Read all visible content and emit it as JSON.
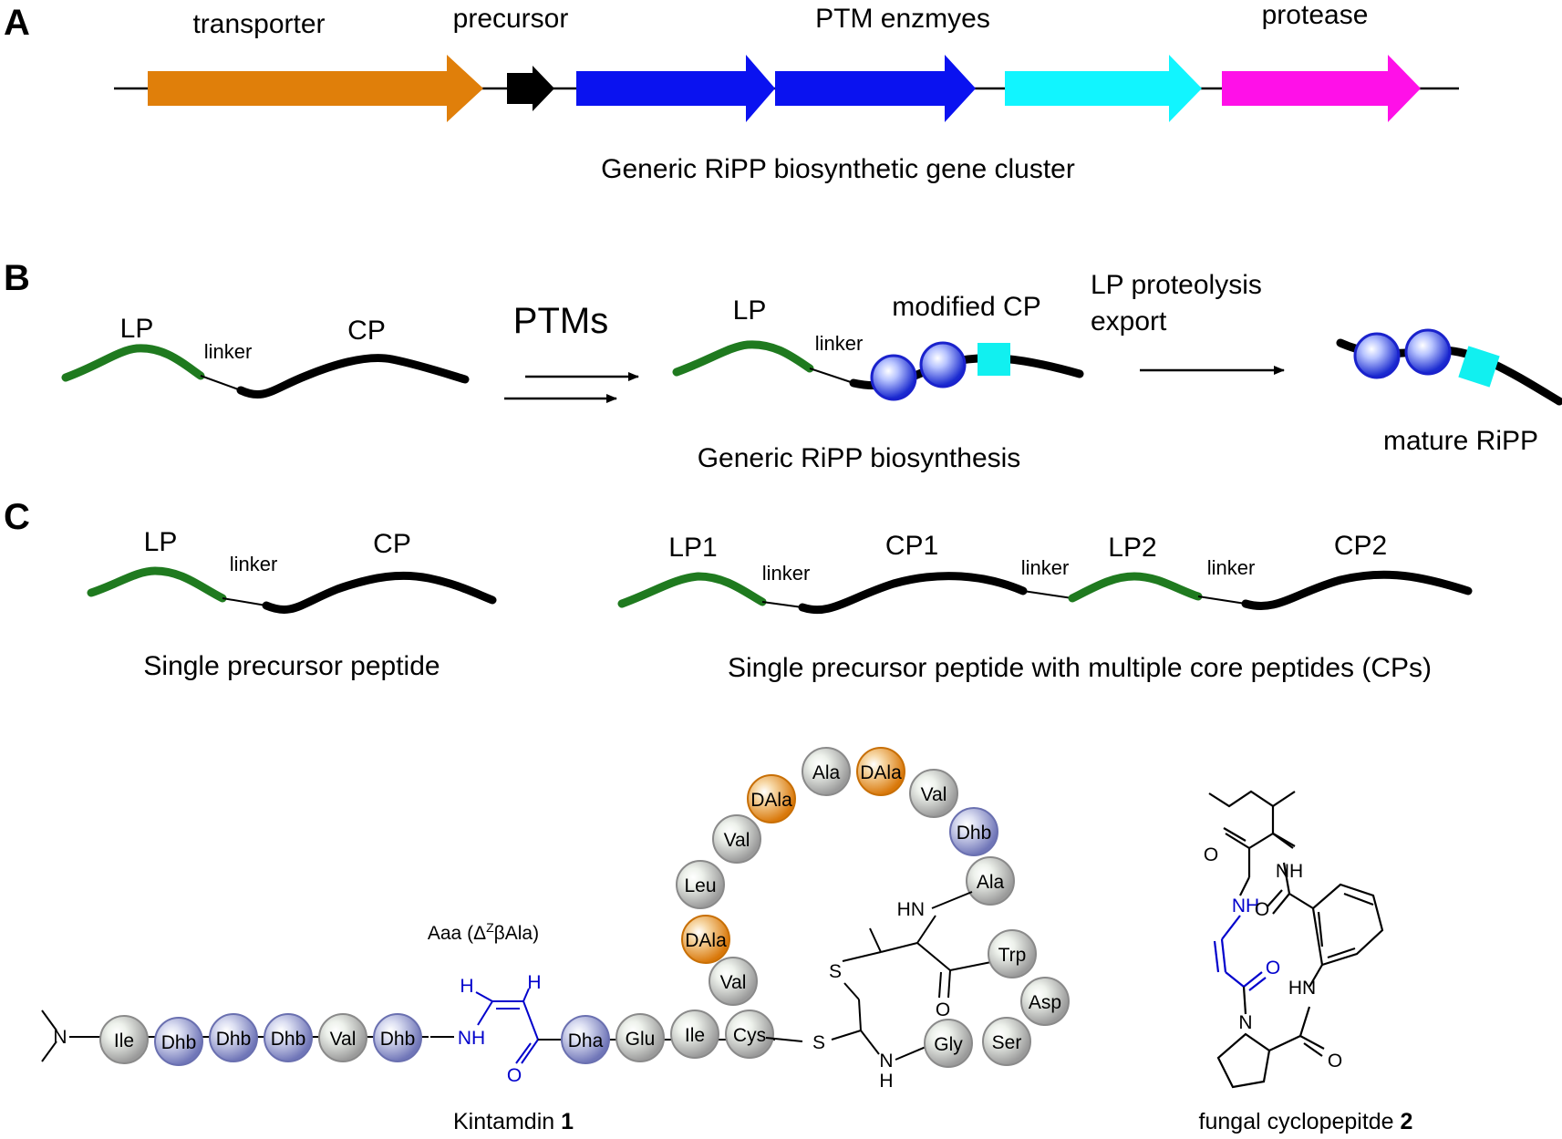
{
  "panels": {
    "a": "A",
    "b": "B",
    "c": "C"
  },
  "panel_a": {
    "gene_labels": {
      "transporter": "transporter",
      "precursor": "precursor",
      "ptm": "PTM enzmyes",
      "protease": "protease"
    },
    "caption": "Generic RiPP biosynthetic gene cluster",
    "gene_colors": {
      "transporter": "#e07f0a",
      "precursor": "#000000",
      "ptm": "#0a12f0",
      "export": "#11f5ff",
      "protease": "#ff10e8"
    }
  },
  "panel_b": {
    "lp": "LP",
    "linker": "linker",
    "cp": "CP",
    "ptms": "PTMs",
    "lp2": "LP",
    "linker2": "linker",
    "modified_cp": "modified CP",
    "step2_line1": "LP proteolysis",
    "step2_line2": "export",
    "caption": "Generic RiPP biosynthesis",
    "mature": "mature RiPP"
  },
  "panel_c": {
    "left": {
      "lp": "LP",
      "linker": "linker",
      "cp": "CP",
      "caption": "Single precursor peptide"
    },
    "right": {
      "lp1": "LP1",
      "linker1": "linker",
      "cp1": "CP1",
      "linker2": "linker",
      "lp2": "LP2",
      "linker3": "linker",
      "cp2": "CP2",
      "caption": "Single precursor peptide with multiple core peptides (CPs)"
    },
    "colors": {
      "leader": "#1f7a1f",
      "core": "#000000",
      "bead_blue": "#2233cc",
      "bead_cyan": "#11f0f0"
    }
  },
  "kintamdin": {
    "name": "Kintamdin",
    "number": "1",
    "aaa_label": "Aaa (Δ",
    "aaa_sup": "Z",
    "aaa_rest": "βAla)",
    "chain": [
      "Ile",
      "Dhb",
      "Dhb",
      "Dhb",
      "Val",
      "Dhb"
    ],
    "chain2": [
      "Dha",
      "Glu",
      "Ile",
      "Cys"
    ],
    "loop": [
      "Val",
      "DAla",
      "Leu",
      "Val",
      "DAla",
      "Ala",
      "DAla",
      "Val",
      "Dhb",
      "Ala"
    ],
    "tail": [
      "Trp",
      "Asp",
      "Ser",
      "Gly"
    ],
    "atoms": {
      "n": "N",
      "nh": "NH",
      "o": "O",
      "h": "H",
      "s": "S",
      "hn": "HN"
    },
    "colors": {
      "grey": "#a8a8a8",
      "purple": "#8a8fc8",
      "orange": "#e08a1a",
      "highlight": "#0000cc"
    }
  },
  "cyclopeptide": {
    "name": "fungal cyclopepitde",
    "number": "2",
    "atoms": {
      "o": "O",
      "nh": "NH",
      "hn": "HN",
      "n": "N"
    }
  }
}
